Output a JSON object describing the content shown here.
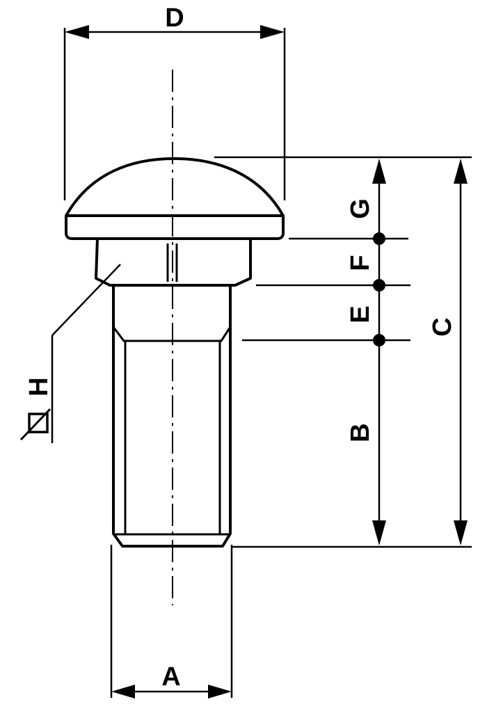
{
  "figure": {
    "description_none": "",
    "labels": {
      "A": "A",
      "B": "B",
      "C": "C",
      "D": "D",
      "E": "E",
      "F": "F",
      "G": "G",
      "H": "H"
    }
  }
}
